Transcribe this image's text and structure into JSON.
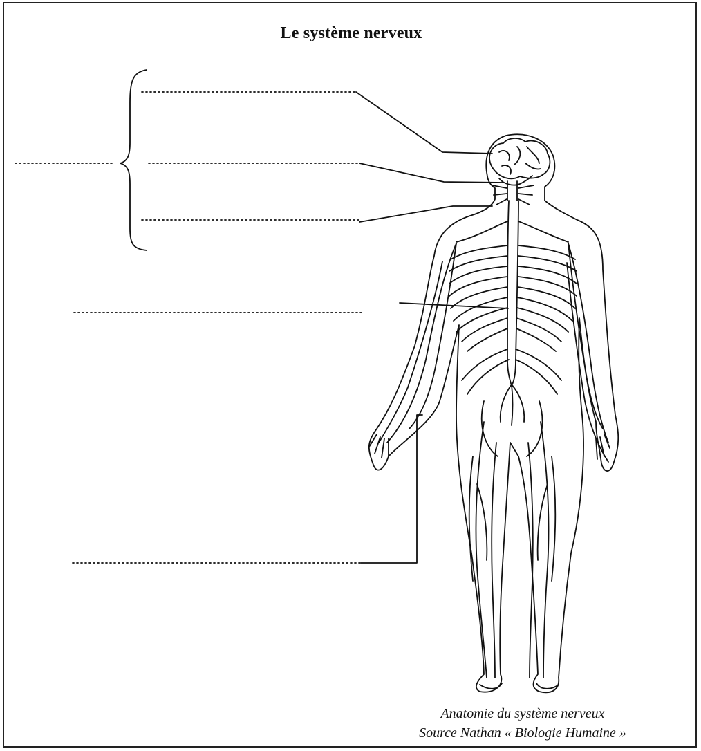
{
  "document": {
    "title": "Le système nerveux",
    "caption": {
      "line1": "Anatomie du système nerveux",
      "line2": "Source Nathan « Biologie Humaine »"
    }
  },
  "diagram": {
    "subject": "human-nervous-system",
    "label_blanks": [
      {
        "id": "blank-brace-group",
        "target": "encephale-group"
      },
      {
        "id": "blank-brain",
        "target": "brain"
      },
      {
        "id": "blank-cerebellum",
        "target": "cerebellum"
      },
      {
        "id": "blank-brainstem",
        "target": "brainstem"
      },
      {
        "id": "blank-spinal-cord",
        "target": "spinal-cord"
      },
      {
        "id": "blank-nerves",
        "target": "peripheral-nerves"
      }
    ]
  },
  "colors": {
    "ink": "#111111",
    "paper": "#ffffff"
  }
}
